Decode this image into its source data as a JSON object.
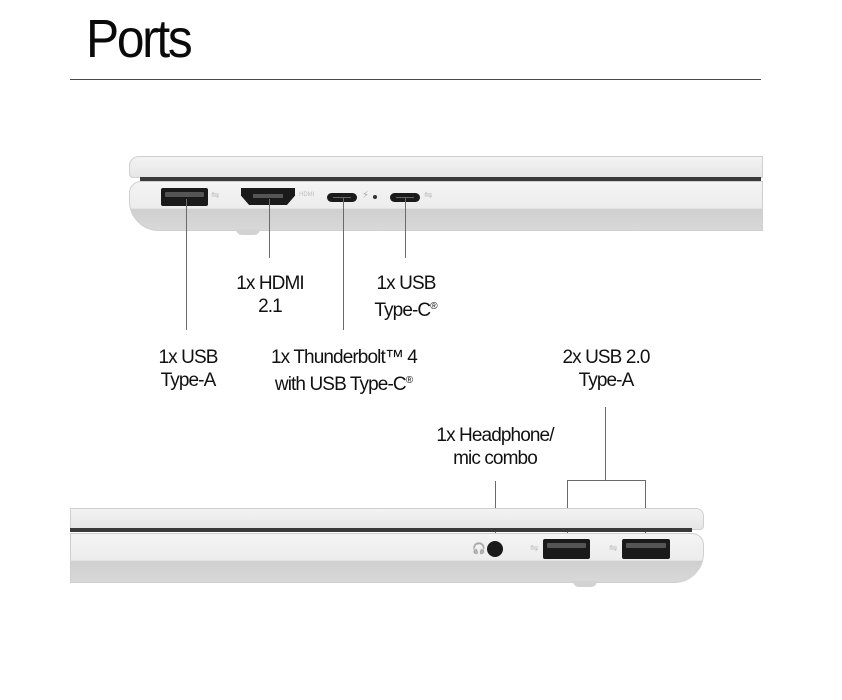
{
  "header": {
    "title": "Ports"
  },
  "top_view": {
    "labels": {
      "usb_a": {
        "line1": "1x USB",
        "line2": "Type-A"
      },
      "hdmi": {
        "line1": "1x HDMI",
        "line2": "2.1"
      },
      "thunderbolt": {
        "line1": "1x Thunderbolt™ 4",
        "line2": "with USB Type-C",
        "mark": "®"
      },
      "usb_c": {
        "line1": "1x USB",
        "line2": "Type-C",
        "mark": "®"
      }
    },
    "port_icons": {
      "usb_a": "usb-a-port-icon",
      "hdmi": "hdmi-port-icon",
      "thunderbolt": "thunderbolt-usb-c-port-icon",
      "usb_c": "usb-c-port-icon",
      "thunderbolt_glyph": "⚡",
      "usb_glyph": "⇋"
    }
  },
  "bottom_view": {
    "labels": {
      "headphone": {
        "line1": "1x Headphone/",
        "line2": "mic combo"
      },
      "usb2": {
        "line1": "2x USB 2.0",
        "line2": "Type-A"
      }
    },
    "port_icons": {
      "headphone": "headphone-jack-icon",
      "usb2_a": "usb-a-port-icon",
      "usb2_b": "usb-a-port-icon",
      "headphone_glyph": "🎧"
    }
  },
  "colors": {
    "text": "#111111",
    "rule": "#4a4a4a",
    "leader_line": "#6a6a6a",
    "chassis": "#ececec",
    "port": "#1a1a1a"
  }
}
